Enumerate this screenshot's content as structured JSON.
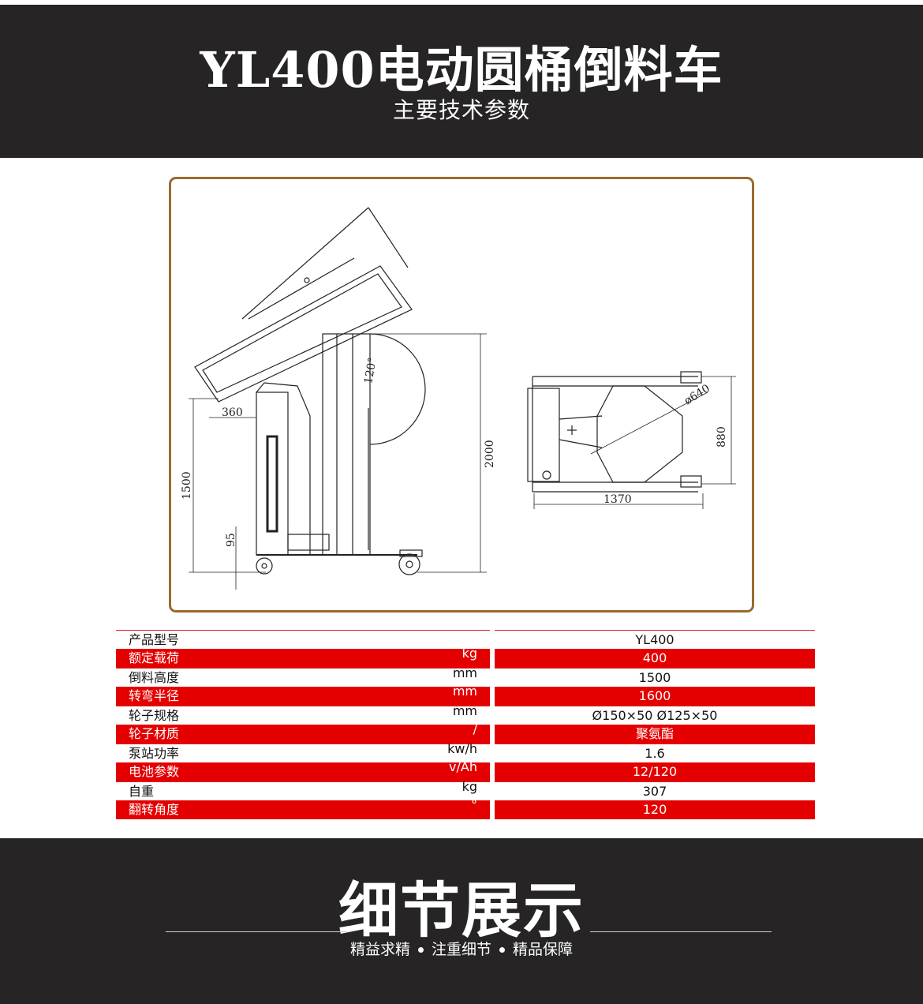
{
  "header": {
    "title": "YL400电动圆桶倒料车",
    "subtitle": "主要技术参数"
  },
  "drawing": {
    "dimensions": [
      "360",
      "1500",
      "95",
      "2000",
      "120°",
      "ø640",
      "880",
      "1370"
    ]
  },
  "specs": [
    {
      "name": "产品型号",
      "unit": "",
      "value": "YL400"
    },
    {
      "name": "额定载荷",
      "unit": "kg",
      "value": "400"
    },
    {
      "name": "倒料高度",
      "unit": "mm",
      "value": "1500"
    },
    {
      "name": "转弯半径",
      "unit": "mm",
      "value": "1600"
    },
    {
      "name": "轮子规格",
      "unit": "mm",
      "value": "Ø150×50  Ø125×50"
    },
    {
      "name": "轮子材质",
      "unit": "/",
      "value": "聚氨酯"
    },
    {
      "name": "泵站功率",
      "unit": "kw/h",
      "value": "1.6"
    },
    {
      "name": "电池参数",
      "unit": "v/Ah",
      "value": "12/120"
    },
    {
      "name": "自重",
      "unit": "kg",
      "value": "307"
    },
    {
      "name": "翻转角度",
      "unit": "°",
      "value": "120"
    }
  ],
  "detail": {
    "title": "细节展示",
    "taglines": [
      "精益求精",
      "注重细节",
      "精品保障"
    ]
  },
  "colors": {
    "dark": "#262424",
    "red": "#e40000",
    "frame": "#9b6a2f"
  }
}
